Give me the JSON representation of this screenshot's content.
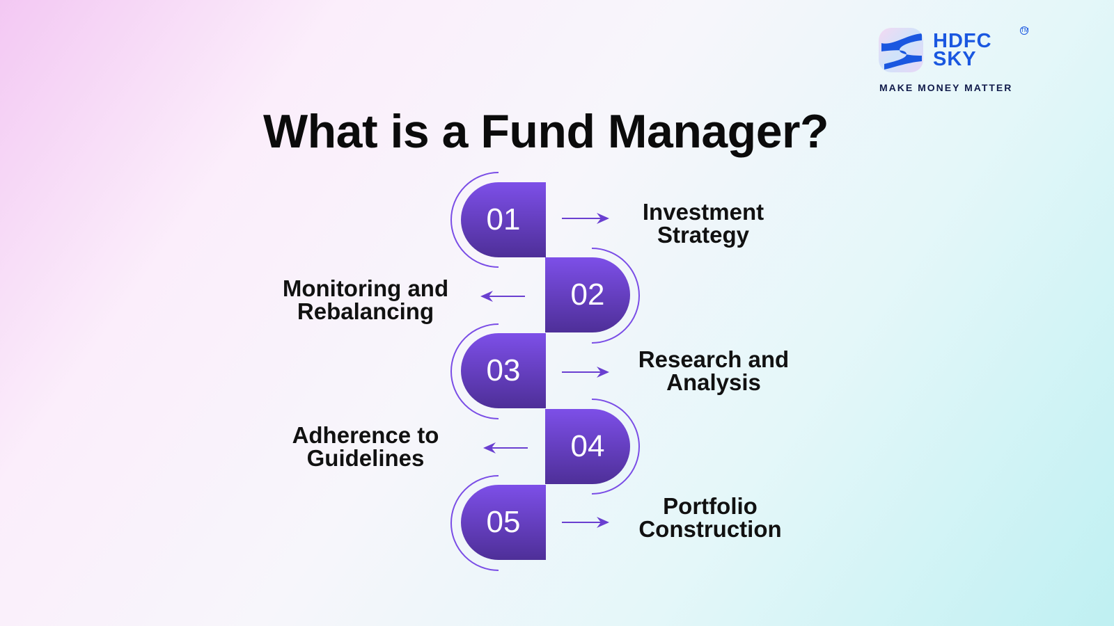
{
  "title": "What is a Fund Manager?",
  "logo": {
    "brand_line1": "HDFC",
    "brand_line2": "SKY",
    "tagline": "MAKE MONEY MATTER",
    "trademark": "TM"
  },
  "steps": [
    {
      "number": "01",
      "label": "Investment Strategy",
      "side": "right"
    },
    {
      "number": "02",
      "label": "Monitoring and Rebalancing",
      "side": "left"
    },
    {
      "number": "03",
      "label": "Research and Analysis",
      "side": "right"
    },
    {
      "number": "04",
      "label": "Adherence to Guidelines",
      "side": "left"
    },
    {
      "number": "05",
      "label": "Portfolio Construction",
      "side": "right"
    }
  ],
  "colors": {
    "accent": "#7a4de6",
    "accent_dark": "#4e2f98",
    "brand": "#1a57e0"
  }
}
